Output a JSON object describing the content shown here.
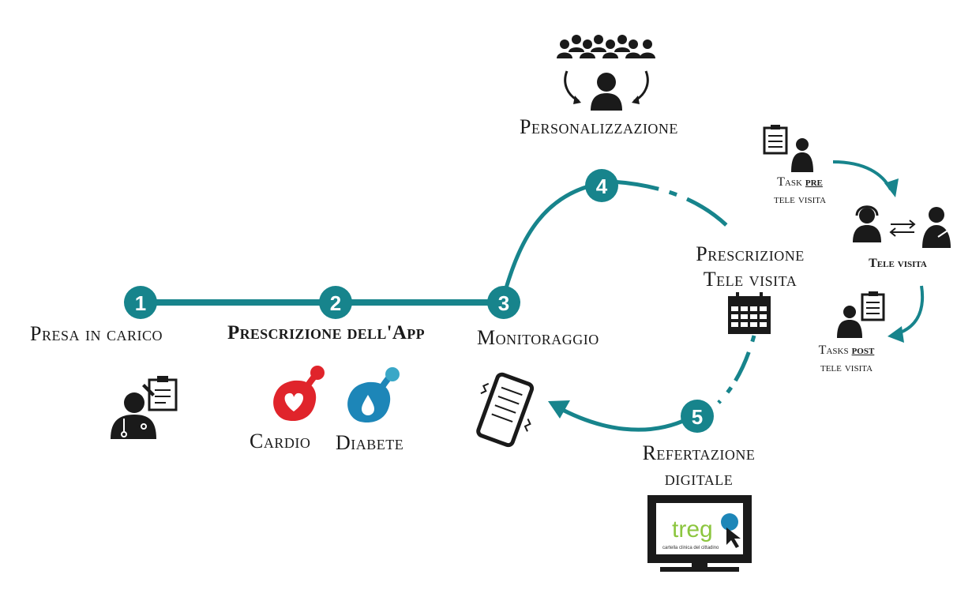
{
  "colors": {
    "teal": "#17848c",
    "dark": "#1a1a1a",
    "red": "#e0242b",
    "blue": "#1d86b8",
    "treg_green": "#8cc63f"
  },
  "steps": [
    {
      "number": "1",
      "label": "Presa in carico"
    },
    {
      "number": "2",
      "label": "Prescrizione dell'App"
    },
    {
      "number": "3",
      "label": "Monitoraggio"
    },
    {
      "number": "4",
      "label": "Personalizzazione"
    },
    {
      "number": "5",
      "label_line1": "Refertazione",
      "label_line2": "digitale"
    }
  ],
  "apps": {
    "cardio": "Cardio",
    "diabete": "Diabete"
  },
  "prescription": {
    "line1": "Prescrizione",
    "line2": "Tele visita"
  },
  "tele": {
    "pre_prefix": "Task ",
    "pre_emph": "pre",
    "pre_suffix": "tele visita",
    "visit": "Tele visita",
    "post_prefix": "Tasks ",
    "post_emph": "post",
    "post_suffix": "tele visita"
  },
  "treg": {
    "logo": "treg",
    "caption": "cartella clinica del cittadino"
  },
  "icons": [
    "doctor-clipboard-icon",
    "cardio-app-icon",
    "diabete-app-icon",
    "smartphone-checklist-icon",
    "group-personalization-icon",
    "calendar-icon",
    "clipboard-person-icon",
    "telemedicine-icon",
    "monitor-treg-icon"
  ]
}
